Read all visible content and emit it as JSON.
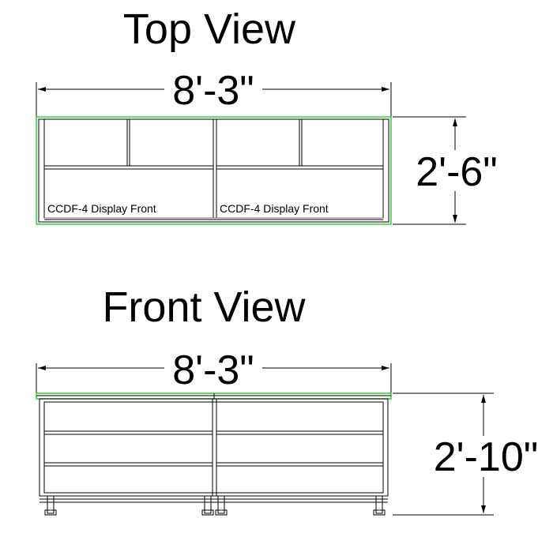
{
  "top_view": {
    "title": "Top View",
    "width_label": "8'-3\"",
    "depth_label": "2'-6\"",
    "front_labels": [
      "CCDF-4 Display Front",
      "CCDF-4 Display Front"
    ]
  },
  "front_view": {
    "title": "Front View",
    "width_label": "8'-3\"",
    "height_label": "2'-10\""
  },
  "colors": {
    "outline": "#000000",
    "highlight": "#2fd62f"
  }
}
